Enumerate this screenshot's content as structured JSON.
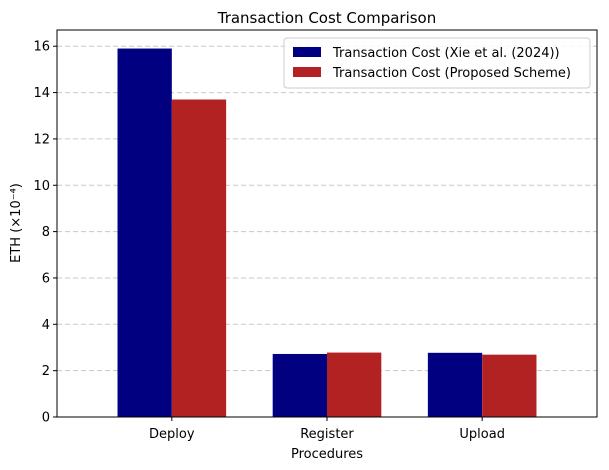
{
  "chart_data": {
    "type": "bar",
    "title": "Transaction Cost Comparison",
    "xlabel": "Procedures",
    "ylabel": "ETH (×10⁻⁴)",
    "categories": [
      "Deploy",
      "Register",
      "Upload"
    ],
    "series": [
      {
        "name": "Transaction Cost (Xie et al. (2024))",
        "color": "#000080",
        "values": [
          15.9,
          2.72,
          2.77
        ]
      },
      {
        "name": "Transaction Cost (Proposed Scheme)",
        "color": "#b22222",
        "values": [
          13.7,
          2.78,
          2.69
        ]
      }
    ],
    "ylim": [
      0,
      16.7
    ],
    "yticks": [
      0,
      2,
      4,
      6,
      8,
      10,
      12,
      14,
      16
    ],
    "grid": {
      "y": true,
      "x": false,
      "style": "dashed",
      "color": "#c8c8c8"
    },
    "legend": {
      "position": "top-right"
    }
  }
}
